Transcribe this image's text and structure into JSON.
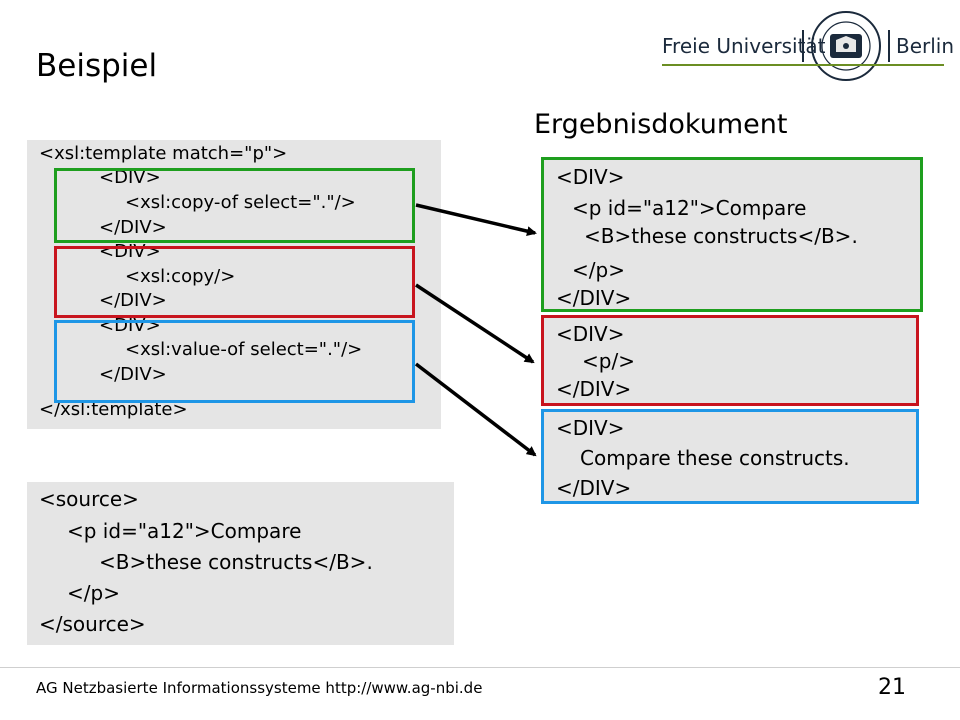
{
  "slide": {
    "title": "Beispiel",
    "subtitle": "Ergebnisdokument",
    "logo": {
      "left_text": "Freie Universität",
      "right_text": "Berlin"
    },
    "footer": {
      "text": "AG Netzbasierte Informationssysteme http://www.ag-nbi.de",
      "page_number": "21"
    }
  },
  "template_box": {
    "lines": [
      "<xsl:template match=\"p\">",
      "<DIV>",
      "<xsl:copy-of select=\".\"/>",
      "</DIV>",
      "<DIV>",
      "<xsl:copy/>",
      "</DIV>",
      "<DIV>",
      "<xsl:value-of select=\".\"/>",
      "</DIV>",
      "</xsl:template>"
    ]
  },
  "source_box": {
    "lines": [
      "<source>",
      "<p id=\"a12\">Compare",
      "<B>these constructs</B>.",
      "</p>",
      "</source>"
    ]
  },
  "result_green": {
    "lines": [
      "<DIV>",
      "<p id=\"a12\">Compare",
      "<B>these constructs</B>.",
      "</p>",
      "</DIV>"
    ]
  },
  "result_red": {
    "lines": [
      "<DIV>",
      "<p/>",
      "</DIV>"
    ]
  },
  "result_blue": {
    "lines": [
      "<DIV>",
      "Compare these constructs.",
      "</DIV>"
    ]
  },
  "colors": {
    "green": "#1e9e1e",
    "red": "#c8141e",
    "blue": "#1e96e6",
    "panel": "#e5e5e5"
  }
}
